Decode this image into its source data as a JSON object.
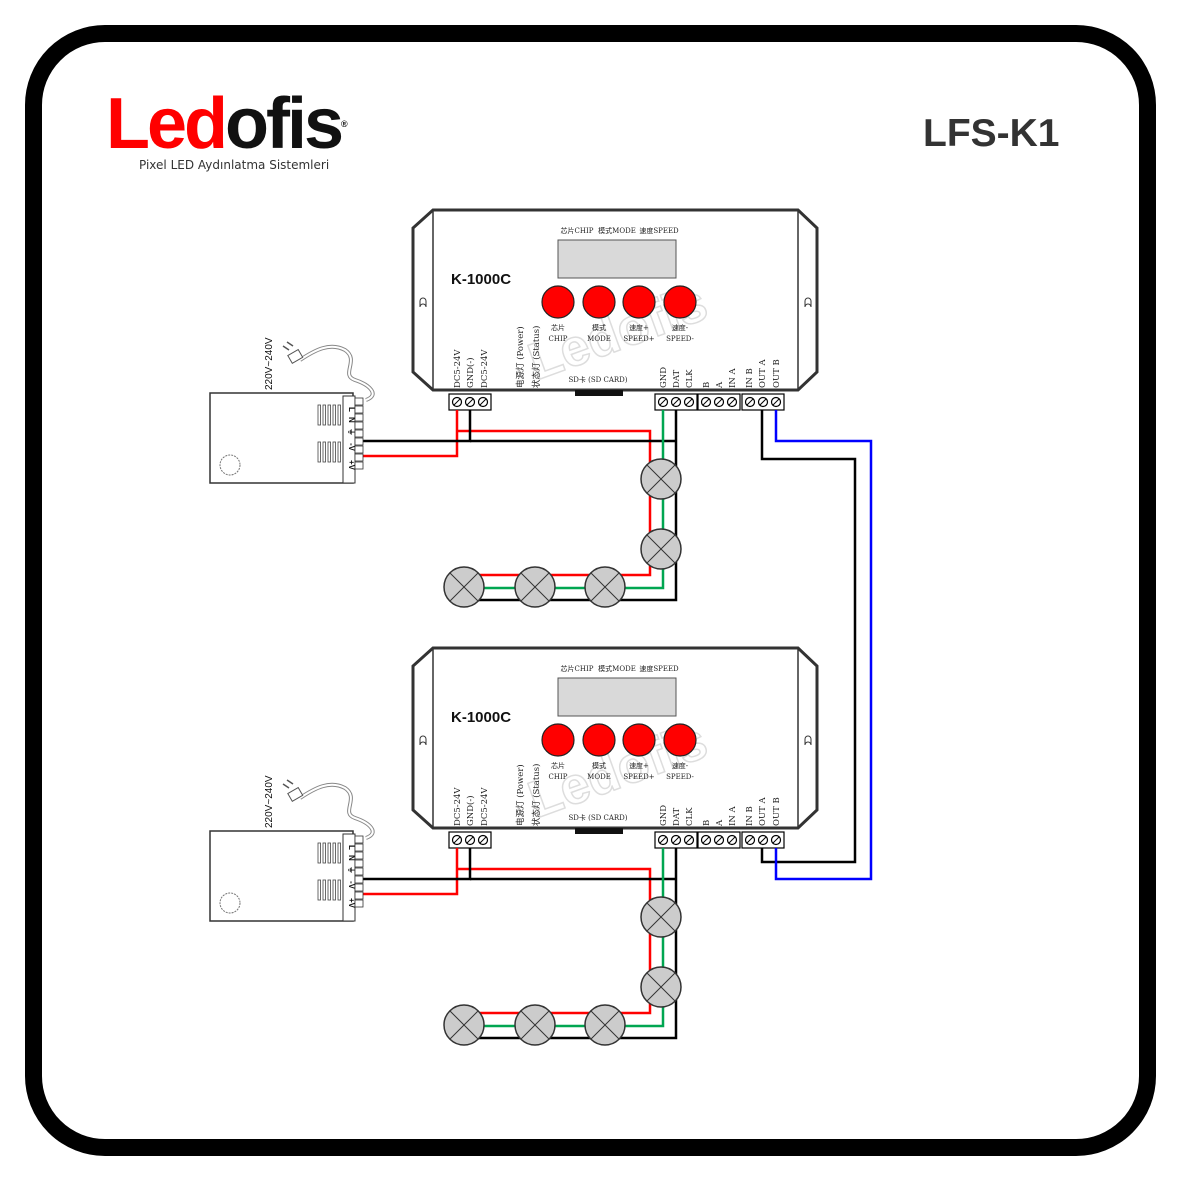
{
  "logo": {
    "brand_red": "Led",
    "brand_black": "ofis",
    "registered": "®",
    "tagline": "Pixel LED Aydınlatma Sistemleri"
  },
  "title": "LFS-K1",
  "watermark": "Ledofis",
  "controller": {
    "model": "K-1000C",
    "top_labels": [
      "芯片CHIP",
      "模式MODE",
      "速度SPEED"
    ],
    "buttons": [
      {
        "cn": "芯片",
        "en": "CHIP"
      },
      {
        "cn": "模式",
        "en": "MODE"
      },
      {
        "cn": "速度+",
        "en": "SPEED+"
      },
      {
        "cn": "速度-",
        "en": "SPEED-"
      }
    ],
    "power_terminals": [
      "DC5-24V",
      "GND(-)",
      "DC5-24V"
    ],
    "indicators": [
      "电源灯 (Power)",
      "状态灯 (Status)"
    ],
    "sd_card": "SD卡 (SD CARD)",
    "output_terminals": [
      "GND",
      "DAT",
      "CLK"
    ],
    "ab_terminals": [
      "B",
      "A",
      "IN A"
    ],
    "sync_terminals": [
      "IN B",
      "OUT A",
      "OUT B"
    ]
  },
  "psu": {
    "voltage": "220V~240V",
    "terminals": [
      "L",
      "N",
      "⏚",
      "-V",
      "+V"
    ]
  },
  "colors": {
    "red": "#ff0000",
    "green": "#00a651",
    "black": "#000000",
    "blue": "#0000ff",
    "pixel": "#cccccc"
  }
}
